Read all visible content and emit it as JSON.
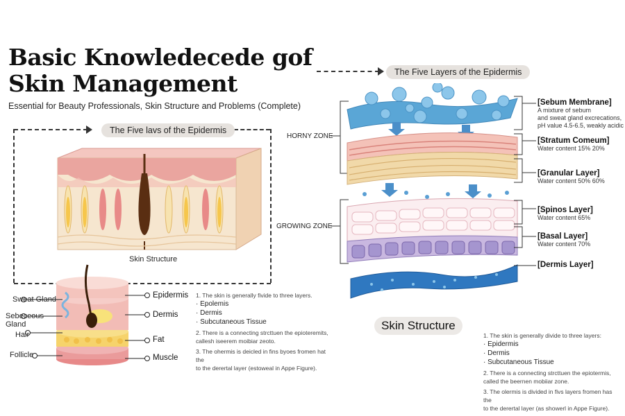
{
  "header": {
    "title_line1": "Basic Knowledecede gof",
    "title_line2": "Skin Management",
    "subtitle": "Essential for Beauty Professionals, Skin Structure and Problems (Complete)"
  },
  "left_panel": {
    "pill_label": "The Five lavs of the Epidermis",
    "block_caption": "Skin Structure"
  },
  "bottom_left": {
    "left_labels": [
      "Sweat Gland",
      "Sebeceous Gland",
      "Hair",
      "Follicle"
    ],
    "right_labels": [
      "Epidermis",
      "Dermis",
      "Fat",
      "Muscle"
    ],
    "notes": {
      "line1": "1. The skin is generally fivide to three layers.",
      "items": [
        "Epolemis",
        "Dermis",
        "Subcutaneous Tissue"
      ],
      "line2a": "2. There is a connecting strcttuen the epioteremits,",
      "line2b": "callesh iseerem moibiar zeoto.",
      "line3a": "3. The ohermis is deicled in fins byoes fromen hat the",
      "line3b": "to the derertal layer (estoweal in Appe Figure)."
    }
  },
  "right_panel": {
    "pill_label": "The Five Layers of the Epidermis",
    "zones": [
      "HORNY ZONE",
      "GROWING ZONE"
    ],
    "layers": [
      {
        "name": "[Sebum Membrane]",
        "desc": [
          "A mixture of sebum",
          "and sweat gland excrecations,",
          "pH value 4.5-6.5, weakly acidic"
        ]
      },
      {
        "name": "[Stratum Comeum]",
        "desc": [
          "Water content 15% 20%"
        ]
      },
      {
        "name": "[Granular Layer]",
        "desc": [
          "Water content 50% 60%"
        ]
      },
      {
        "name": "[Spinos Layer]",
        "desc": [
          "Water content 65%"
        ]
      },
      {
        "name": "[Basal Layer]",
        "desc": [
          "Water content 70%"
        ]
      },
      {
        "name": "[Dermis Layer]",
        "desc": []
      }
    ],
    "section_title": "Skin Structure",
    "notes": {
      "line1": "1. The skin is generally divide to three layers:",
      "items": [
        "Epidermis",
        "Dermis",
        "Subcutaneous Tissue"
      ],
      "line2a": "2. There is a connecting strcttuen the epiotermis,",
      "line2b": "called the beernen mobiiar zone.",
      "line3a": "3. The olermis is divided in fivs layers fromen has the",
      "line3b": "to the derertal layer (as showerl in Appe Figure)."
    }
  },
  "colors": {
    "sebum_blue": "#5aa6d6",
    "pink": "#f2b6b0",
    "tan": "#f0d9a8",
    "dermis_blue": "#2f78c0",
    "hair_brown": "#4a2a10"
  }
}
